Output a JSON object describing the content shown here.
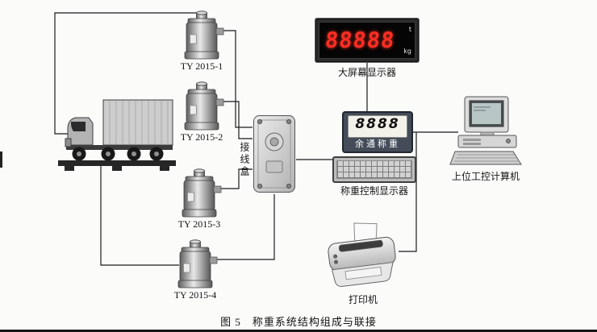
{
  "diagram": {
    "caption": "图 5　称重系统结构组成与联接",
    "load_cells": [
      {
        "label": "TY 2015-1"
      },
      {
        "label": "TY 2015-2"
      },
      {
        "label": "TY 2015-3"
      },
      {
        "label": "TY 2015-4"
      }
    ],
    "junction_box": {
      "label": "接线盒"
    },
    "big_display": {
      "label": "大屏幕显示器",
      "digits": "88888",
      "unit_top": "t",
      "unit_bottom": "kg"
    },
    "control_display": {
      "label": "称重控制显示器",
      "digits": "8888",
      "brand": "余通称重"
    },
    "computer": {
      "label": "上位工控计算机"
    },
    "printer": {
      "label": "打印机"
    }
  }
}
